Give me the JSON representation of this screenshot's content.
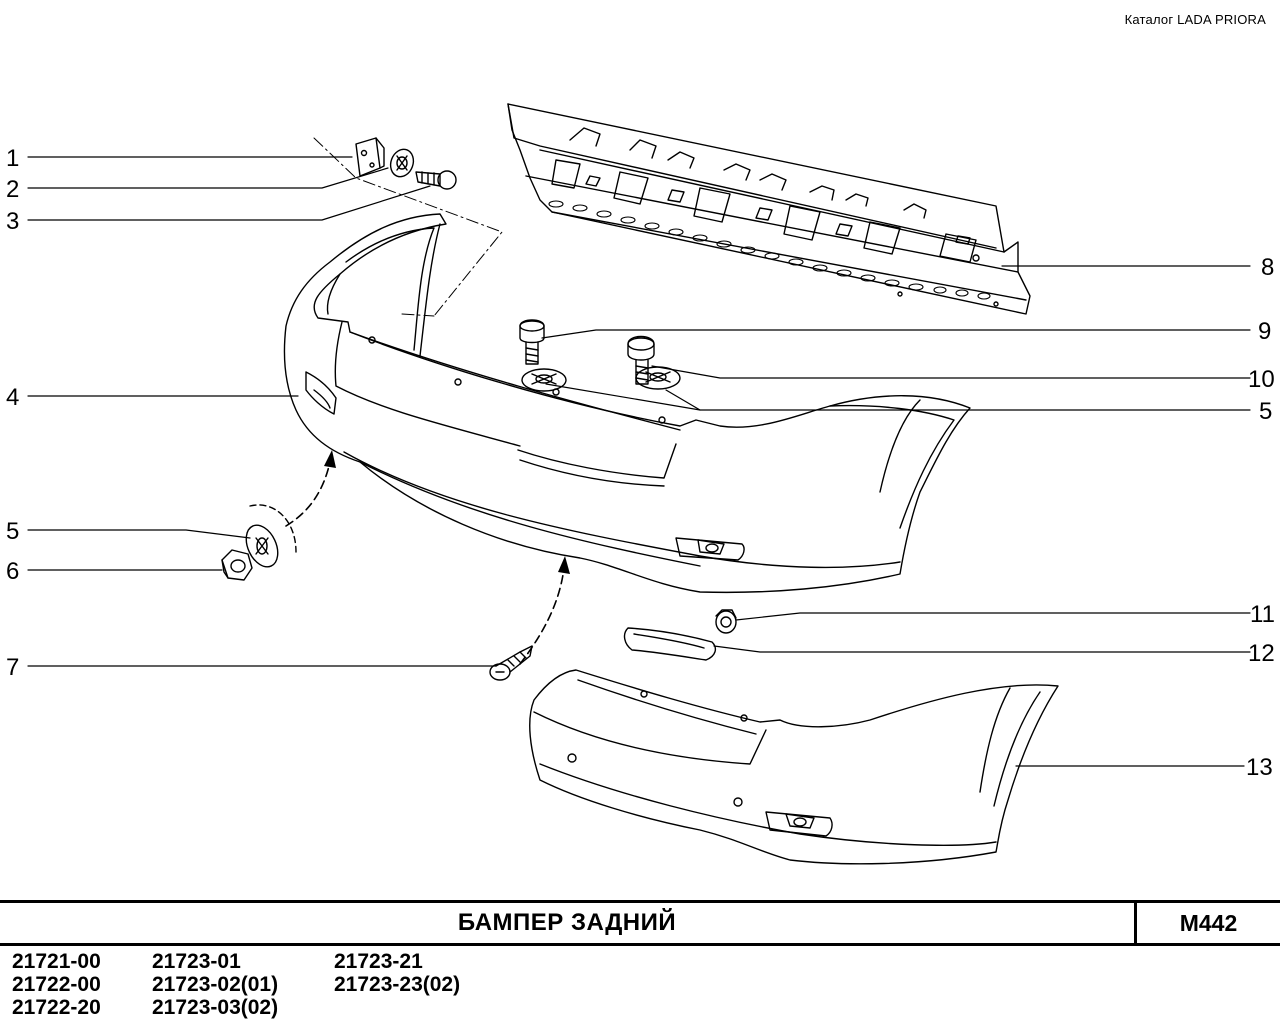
{
  "header": {
    "catalog": "Каталог  LADA  PRIORA"
  },
  "title": {
    "name": "БАМПЕР   ЗАДНИЙ",
    "code": "M442"
  },
  "models": [
    [
      "21721-00",
      "21723-01",
      "21723-21"
    ],
    [
      "21722-00",
      "21723-02(01)",
      "21723-23(02)"
    ],
    [
      "21722-20",
      "21723-03(02)",
      ""
    ]
  ],
  "callouts": {
    "c1": "1",
    "c2": "2",
    "c3": "3",
    "c4": "4",
    "c5a": "5",
    "c6": "6",
    "c7": "7",
    "c8": "8",
    "c9": "9",
    "c10": "10",
    "c5b": "5",
    "c11": "11",
    "c12": "12",
    "c13": "13"
  },
  "colors": {
    "line": "#000000",
    "background": "#ffffff"
  }
}
